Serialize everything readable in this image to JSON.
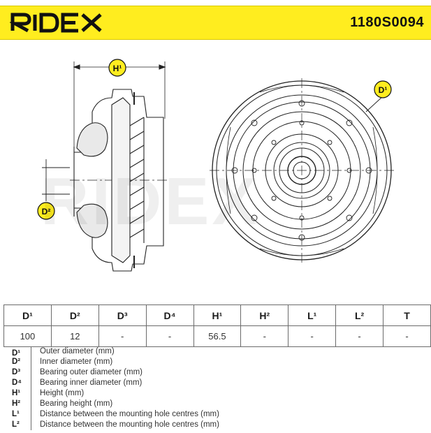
{
  "brand": {
    "logo_text": "RIDEX",
    "part_number": "1180S0094",
    "accent": "#ffed1f"
  },
  "drawing": {
    "labels": {
      "h1": "H¹",
      "d1": "D¹",
      "d2": "D²"
    },
    "watermark": "RIDEX"
  },
  "spec_table": {
    "headers": [
      "D¹",
      "D²",
      "D³",
      "D⁴",
      "H¹",
      "H²",
      "L¹",
      "L²",
      "T"
    ],
    "values": [
      "100",
      "12",
      "-",
      "-",
      "56.5",
      "-",
      "-",
      "-",
      "-"
    ]
  },
  "legend": [
    {
      "code": "D¹",
      "desc": "Outer diameter (mm)"
    },
    {
      "code": "D²",
      "desc": "Inner diameter (mm)"
    },
    {
      "code": "D³",
      "desc": "Bearing outer diameter (mm)"
    },
    {
      "code": "D⁴",
      "desc": "Bearing inner diameter (mm)"
    },
    {
      "code": "H¹",
      "desc": "Height (mm)"
    },
    {
      "code": "H²",
      "desc": "Bearing height (mm)"
    },
    {
      "code": "L¹",
      "desc": "Distance between the mounting hole centres (mm)"
    },
    {
      "code": "L²",
      "desc": "Distance between the mounting hole centres (mm)"
    }
  ]
}
